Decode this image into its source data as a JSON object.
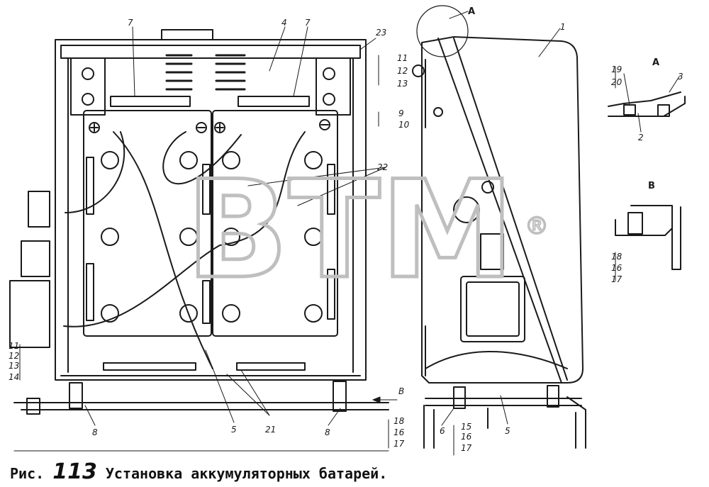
{
  "caption": {
    "prefix": "Рис.",
    "number": "113",
    "title": "Установка аккумуляторных батарей."
  },
  "watermark": {
    "text": "BTM",
    "mark": "®"
  },
  "views": {
    "A": "A",
    "B": "B"
  },
  "callouts": {
    "c1": "1",
    "c2": "2",
    "c3": "3",
    "c4": "4",
    "c5a": "5",
    "c5b": "5",
    "c6": "6",
    "c7a": "7",
    "c7b": "7",
    "c8a": "8",
    "c8b": "8",
    "c9": "9",
    "c10": "10",
    "c11a": "11",
    "c11b": "11",
    "c12a": "12",
    "c12b": "12",
    "c13a": "13",
    "c13b": "13",
    "c14": "14",
    "c15": "15",
    "c16a": "16",
    "c16b": "16",
    "c16c": "16",
    "c17a": "17",
    "c17b": "17",
    "c17c": "17",
    "c18a": "18",
    "c18b": "18",
    "c19": "19",
    "c20": "20",
    "c21": "21",
    "c22": "22",
    "c23": "23",
    "arrowB": "B"
  },
  "colors": {
    "line": "#1a1a1a",
    "watermark": "#bfbfbf",
    "background": "#ffffff"
  }
}
